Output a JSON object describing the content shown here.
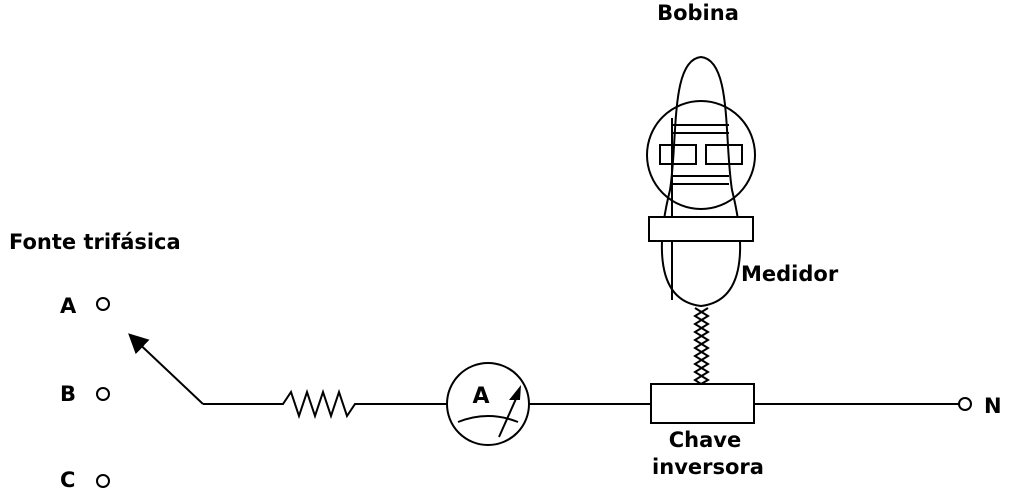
{
  "labels": {
    "bobina": "Bobina",
    "fonte": "Fonte trifásica",
    "medidor": "Medidor",
    "chave_line1": "Chave",
    "chave_line2": "inversora",
    "phase_a": "A",
    "phase_b": "B",
    "phase_c": "C",
    "neutral": "N",
    "ammeter": "A"
  },
  "colors": {
    "ink": "#000000",
    "background": "#ffffff"
  }
}
